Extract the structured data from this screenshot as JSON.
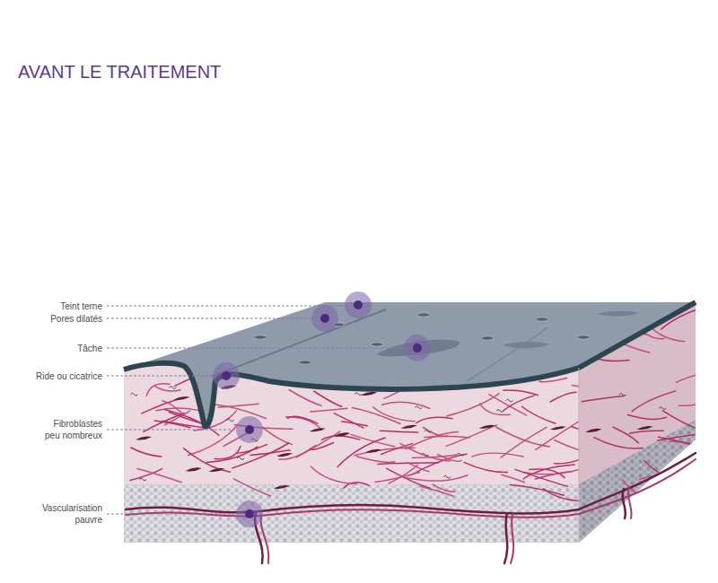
{
  "diagram": {
    "title": "AVANT LE TRAITEMENT",
    "labels": [
      "Teint terne",
      "Pores dilatés",
      "Tâche",
      "Ride ou cicatrice",
      "Fibroblastes peu nombreux",
      "Vascularisation pauvre"
    ]
  }
}
